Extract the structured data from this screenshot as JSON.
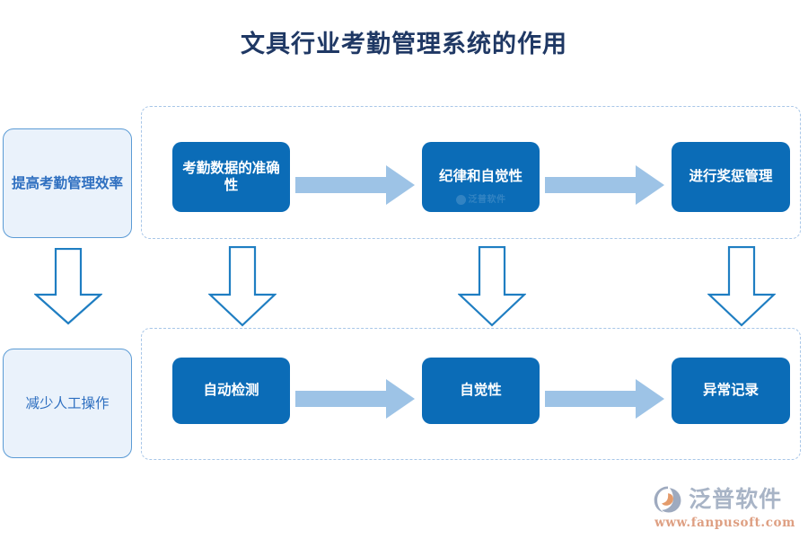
{
  "title": "文具行业考勤管理系统的作用",
  "colors": {
    "title_text": "#1f3864",
    "process_box_fill": "#0b6cb7",
    "process_box_text": "#ffffff",
    "side_box_fill": "#eaf2fb",
    "side_box_border": "#5b9bd5",
    "side_box_text": "#2e6fc0",
    "h_arrow_fill": "#9dc3e6",
    "v_arrow_stroke": "#1f7ec2",
    "dashed_border": "#a8c6e8",
    "brand_name_text": "#9aa7bd",
    "brand_url_text": "#d98f6d"
  },
  "side_boxes": [
    {
      "label": "提高考勤管理效率"
    },
    {
      "label": "减少人工操作"
    }
  ],
  "rows": [
    {
      "name": "top-process-row",
      "boxes": [
        {
          "label": "考勤数据的准确性",
          "watermark": null
        },
        {
          "label": "纪律和自觉性",
          "watermark": "泛普软件"
        },
        {
          "label": "进行奖惩管理",
          "watermark": null
        }
      ]
    },
    {
      "name": "bottom-process-row",
      "boxes": [
        {
          "label": "自动检测",
          "watermark": null
        },
        {
          "label": "自觉性",
          "watermark": null
        },
        {
          "label": "异常记录",
          "watermark": null
        }
      ]
    }
  ],
  "brand": {
    "name": "泛普软件",
    "url": "www.fanpusoft.com"
  }
}
